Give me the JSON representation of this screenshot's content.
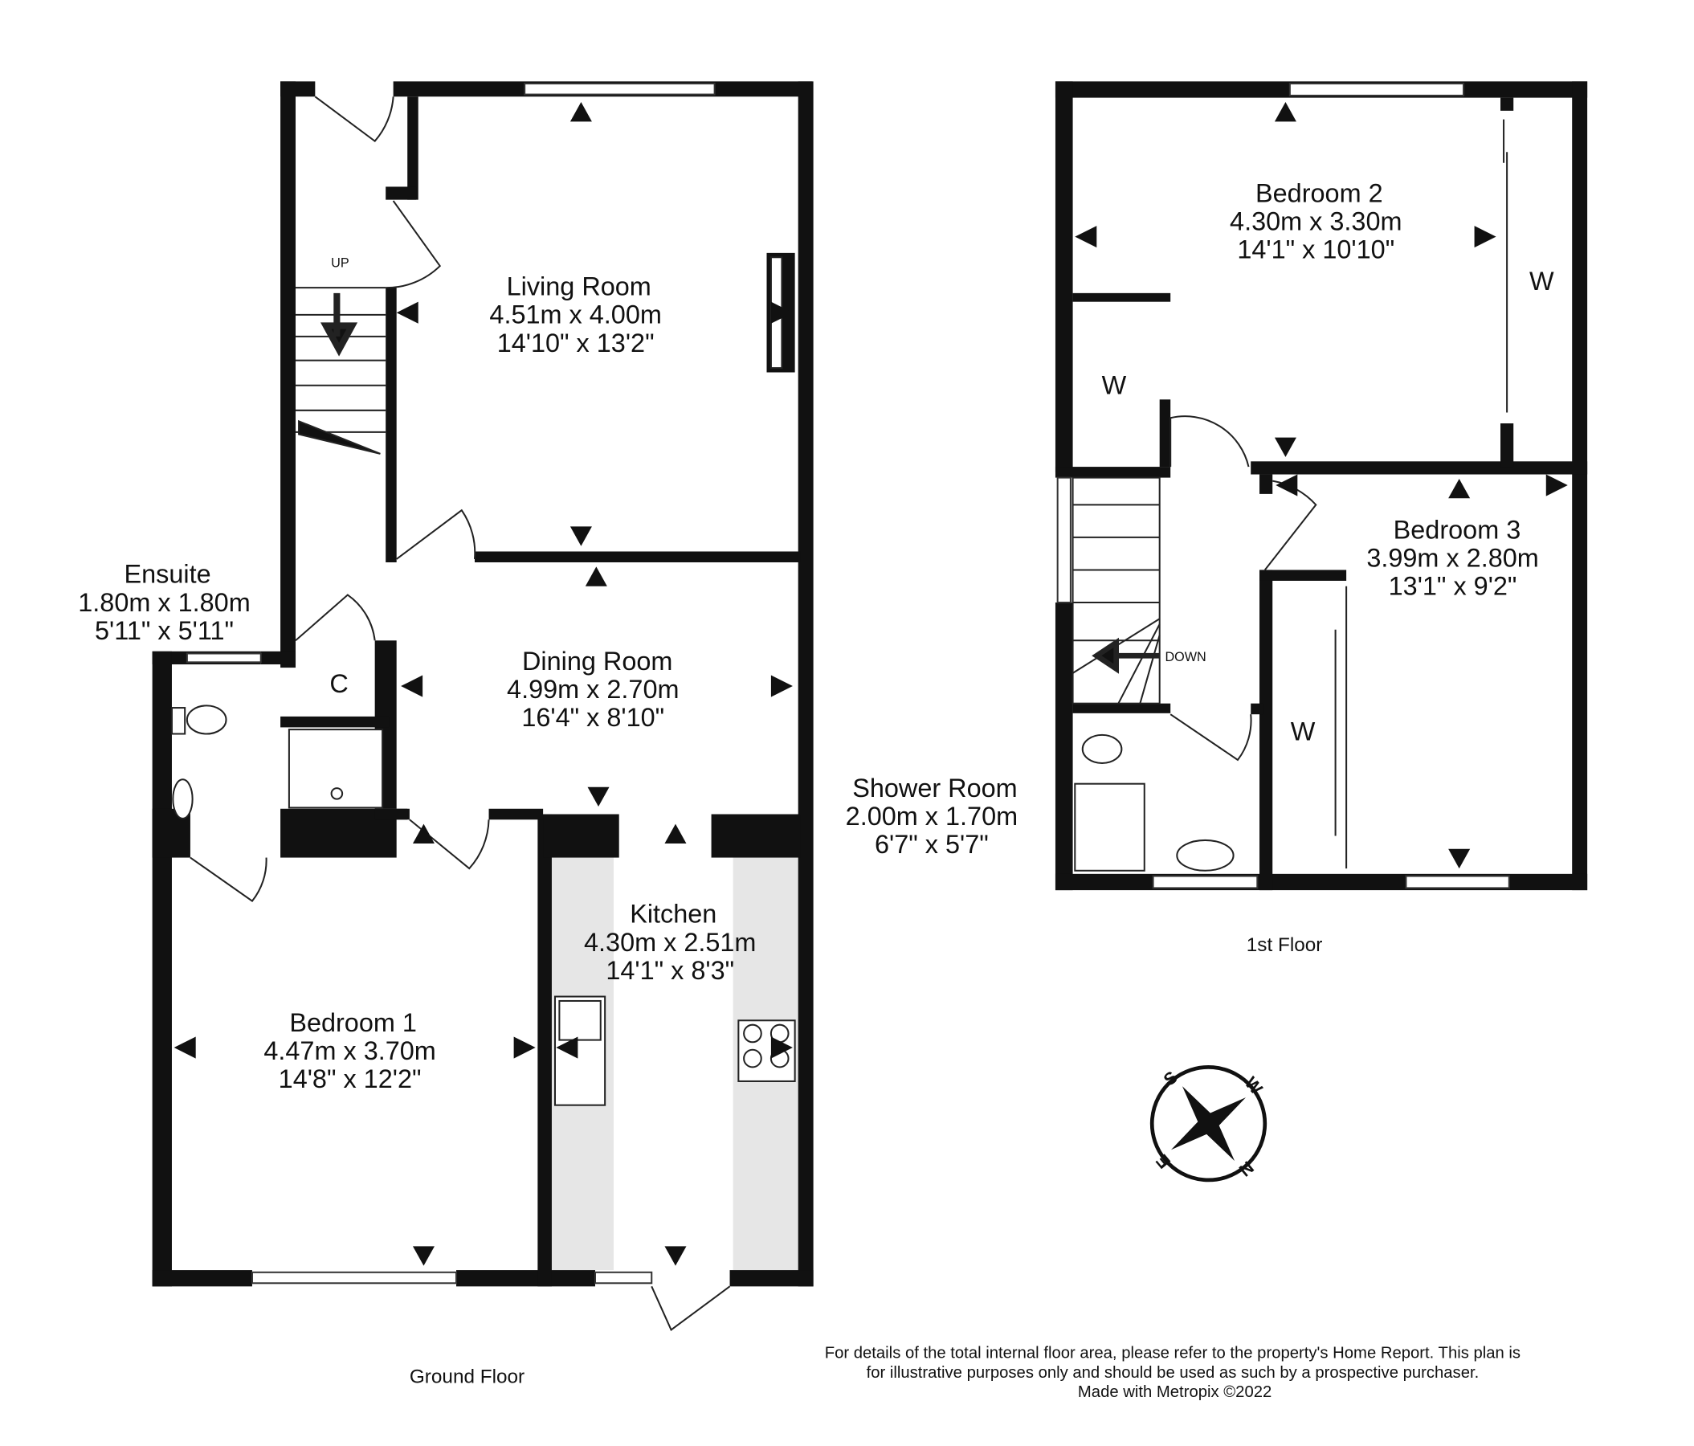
{
  "ground_floor": {
    "label": "Ground Floor",
    "stairs_label": "UP",
    "cupboard_label": "C",
    "rooms": [
      {
        "name": "Living Room",
        "metric": "4.51m  x 4.00m",
        "imperial": "14'10\"  x 13'2\""
      },
      {
        "name": "Dining Room",
        "metric": "4.99m  x 2.70m",
        "imperial": "16'4\"  x 8'10\""
      },
      {
        "name": "Kitchen",
        "metric": "4.30m  x 2.51m",
        "imperial": "14'1\"  x 8'3\""
      },
      {
        "name": "Bedroom 1",
        "metric": "4.47m  x 3.70m",
        "imperial": "14'8\"  x 12'2\""
      },
      {
        "name": "Ensuite",
        "metric": "1.80m  x 1.80m",
        "imperial": "5'11\"  x 5'11\""
      }
    ]
  },
  "first_floor": {
    "label": "1st Floor",
    "stairs_label": "DOWN",
    "wardrobe_label": "W",
    "rooms": [
      {
        "name": "Bedroom 2",
        "metric": "4.30m  x 3.30m",
        "imperial": "14'1\"  x 10'10\""
      },
      {
        "name": "Bedroom 3",
        "metric": "3.99m  x 2.80m",
        "imperial": "13'1\"  x 9'2\""
      },
      {
        "name": "Shower Room",
        "metric": "2.00m  x 1.70m",
        "imperial": "6'7\"  x 5'7\""
      }
    ]
  },
  "compass": {
    "icon": "compass-rose-icon",
    "n": "N",
    "e": "E",
    "s": "S",
    "w": "W"
  },
  "disclaimer": {
    "line1": "For details of the total internal floor area, please refer to the property's Home Report. This plan is",
    "line2": "for illustrative purposes only and should be used as such by a prospective purchaser.",
    "line3": "Made with Metropix ©2022"
  },
  "colors": {
    "wall": "#111111",
    "counter": "#e6e6e6"
  }
}
